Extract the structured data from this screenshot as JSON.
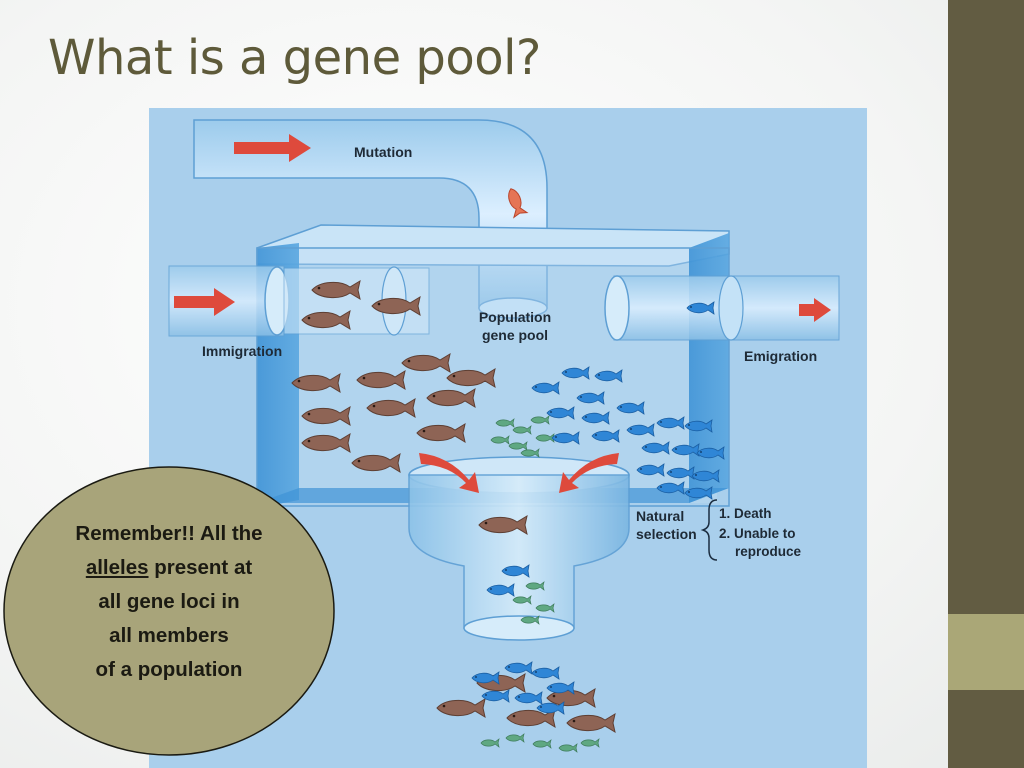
{
  "slide": {
    "title": "What is a gene pool?"
  },
  "diagram": {
    "labels": {
      "mutation": "Mutation",
      "population_line1": "Population",
      "population_line2": "gene pool",
      "immigration": "Immigration",
      "emigration": "Emigration",
      "natural_line1": "Natural",
      "natural_line2": "selection",
      "death": "1. Death",
      "unable_line1": "2. Unable to",
      "unable_line2": "reproduce"
    }
  },
  "callout": {
    "line1": "Remember!! All the",
    "line2_underlined": "alleles",
    "line2_rest": " present at",
    "line3": "all gene loci in",
    "line4": "all members",
    "line5": "of a population"
  },
  "colors": {
    "title": "#5e5a3a",
    "sidebar": "#625c42",
    "sidebar_accent": "#aaa777",
    "callout_fill": "#a8a47a",
    "diagram_background": "#a9cfec",
    "arrow": "#de4a3c",
    "fish_brown": "#8e6455",
    "fish_blue": "#2f86d6",
    "fish_green": "#5fa882"
  }
}
